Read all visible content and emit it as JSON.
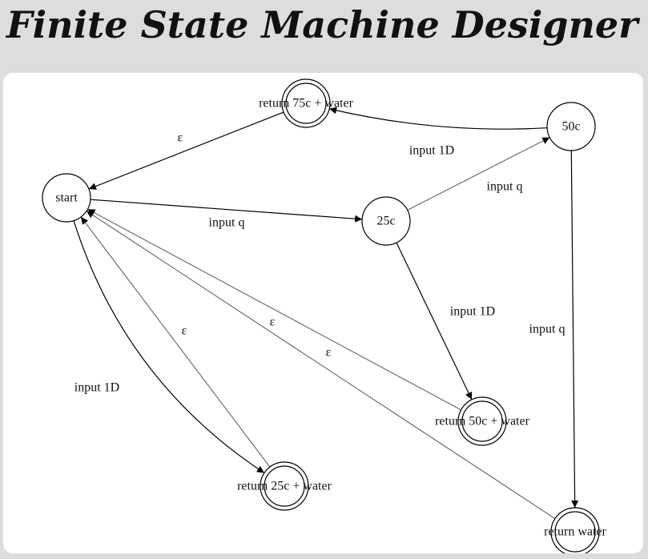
{
  "page": {
    "title": "Finite State Machine Designer"
  },
  "states": [
    {
      "id": "start",
      "label": "start",
      "accepting": false
    },
    {
      "id": "r75",
      "label": "return 75c + water",
      "accepting": true
    },
    {
      "id": "s50",
      "label": "50c",
      "accepting": false
    },
    {
      "id": "s25",
      "label": "25c",
      "accepting": false
    },
    {
      "id": "r50",
      "label": "return 50c + water",
      "accepting": true
    },
    {
      "id": "r25",
      "label": "return 25c + water",
      "accepting": true
    },
    {
      "id": "rw",
      "label": "return water",
      "accepting": true
    }
  ],
  "transitions": [
    {
      "id": "t-start-25c",
      "from": "start",
      "to": "s25",
      "label": "input q"
    },
    {
      "id": "t-25c-50c",
      "from": "s25",
      "to": "s50",
      "label": "input q"
    },
    {
      "id": "t-50c-r75",
      "from": "s50",
      "to": "r75",
      "label": "input 1D"
    },
    {
      "id": "t-r75-start",
      "from": "r75",
      "to": "start",
      "label": "ε"
    },
    {
      "id": "t-25c-r50",
      "from": "s25",
      "to": "r50",
      "label": "input 1D"
    },
    {
      "id": "t-50c-rw",
      "from": "s50",
      "to": "rw",
      "label": "input q"
    },
    {
      "id": "t-start-r25",
      "from": "start",
      "to": "r25",
      "label": "input 1D"
    },
    {
      "id": "t-r25-start",
      "from": "r25",
      "to": "start",
      "label": "ε"
    },
    {
      "id": "t-r50-start",
      "from": "r50",
      "to": "start",
      "label": "ε"
    },
    {
      "id": "t-rw-start",
      "from": "rw",
      "to": "start",
      "label": "ε"
    }
  ]
}
